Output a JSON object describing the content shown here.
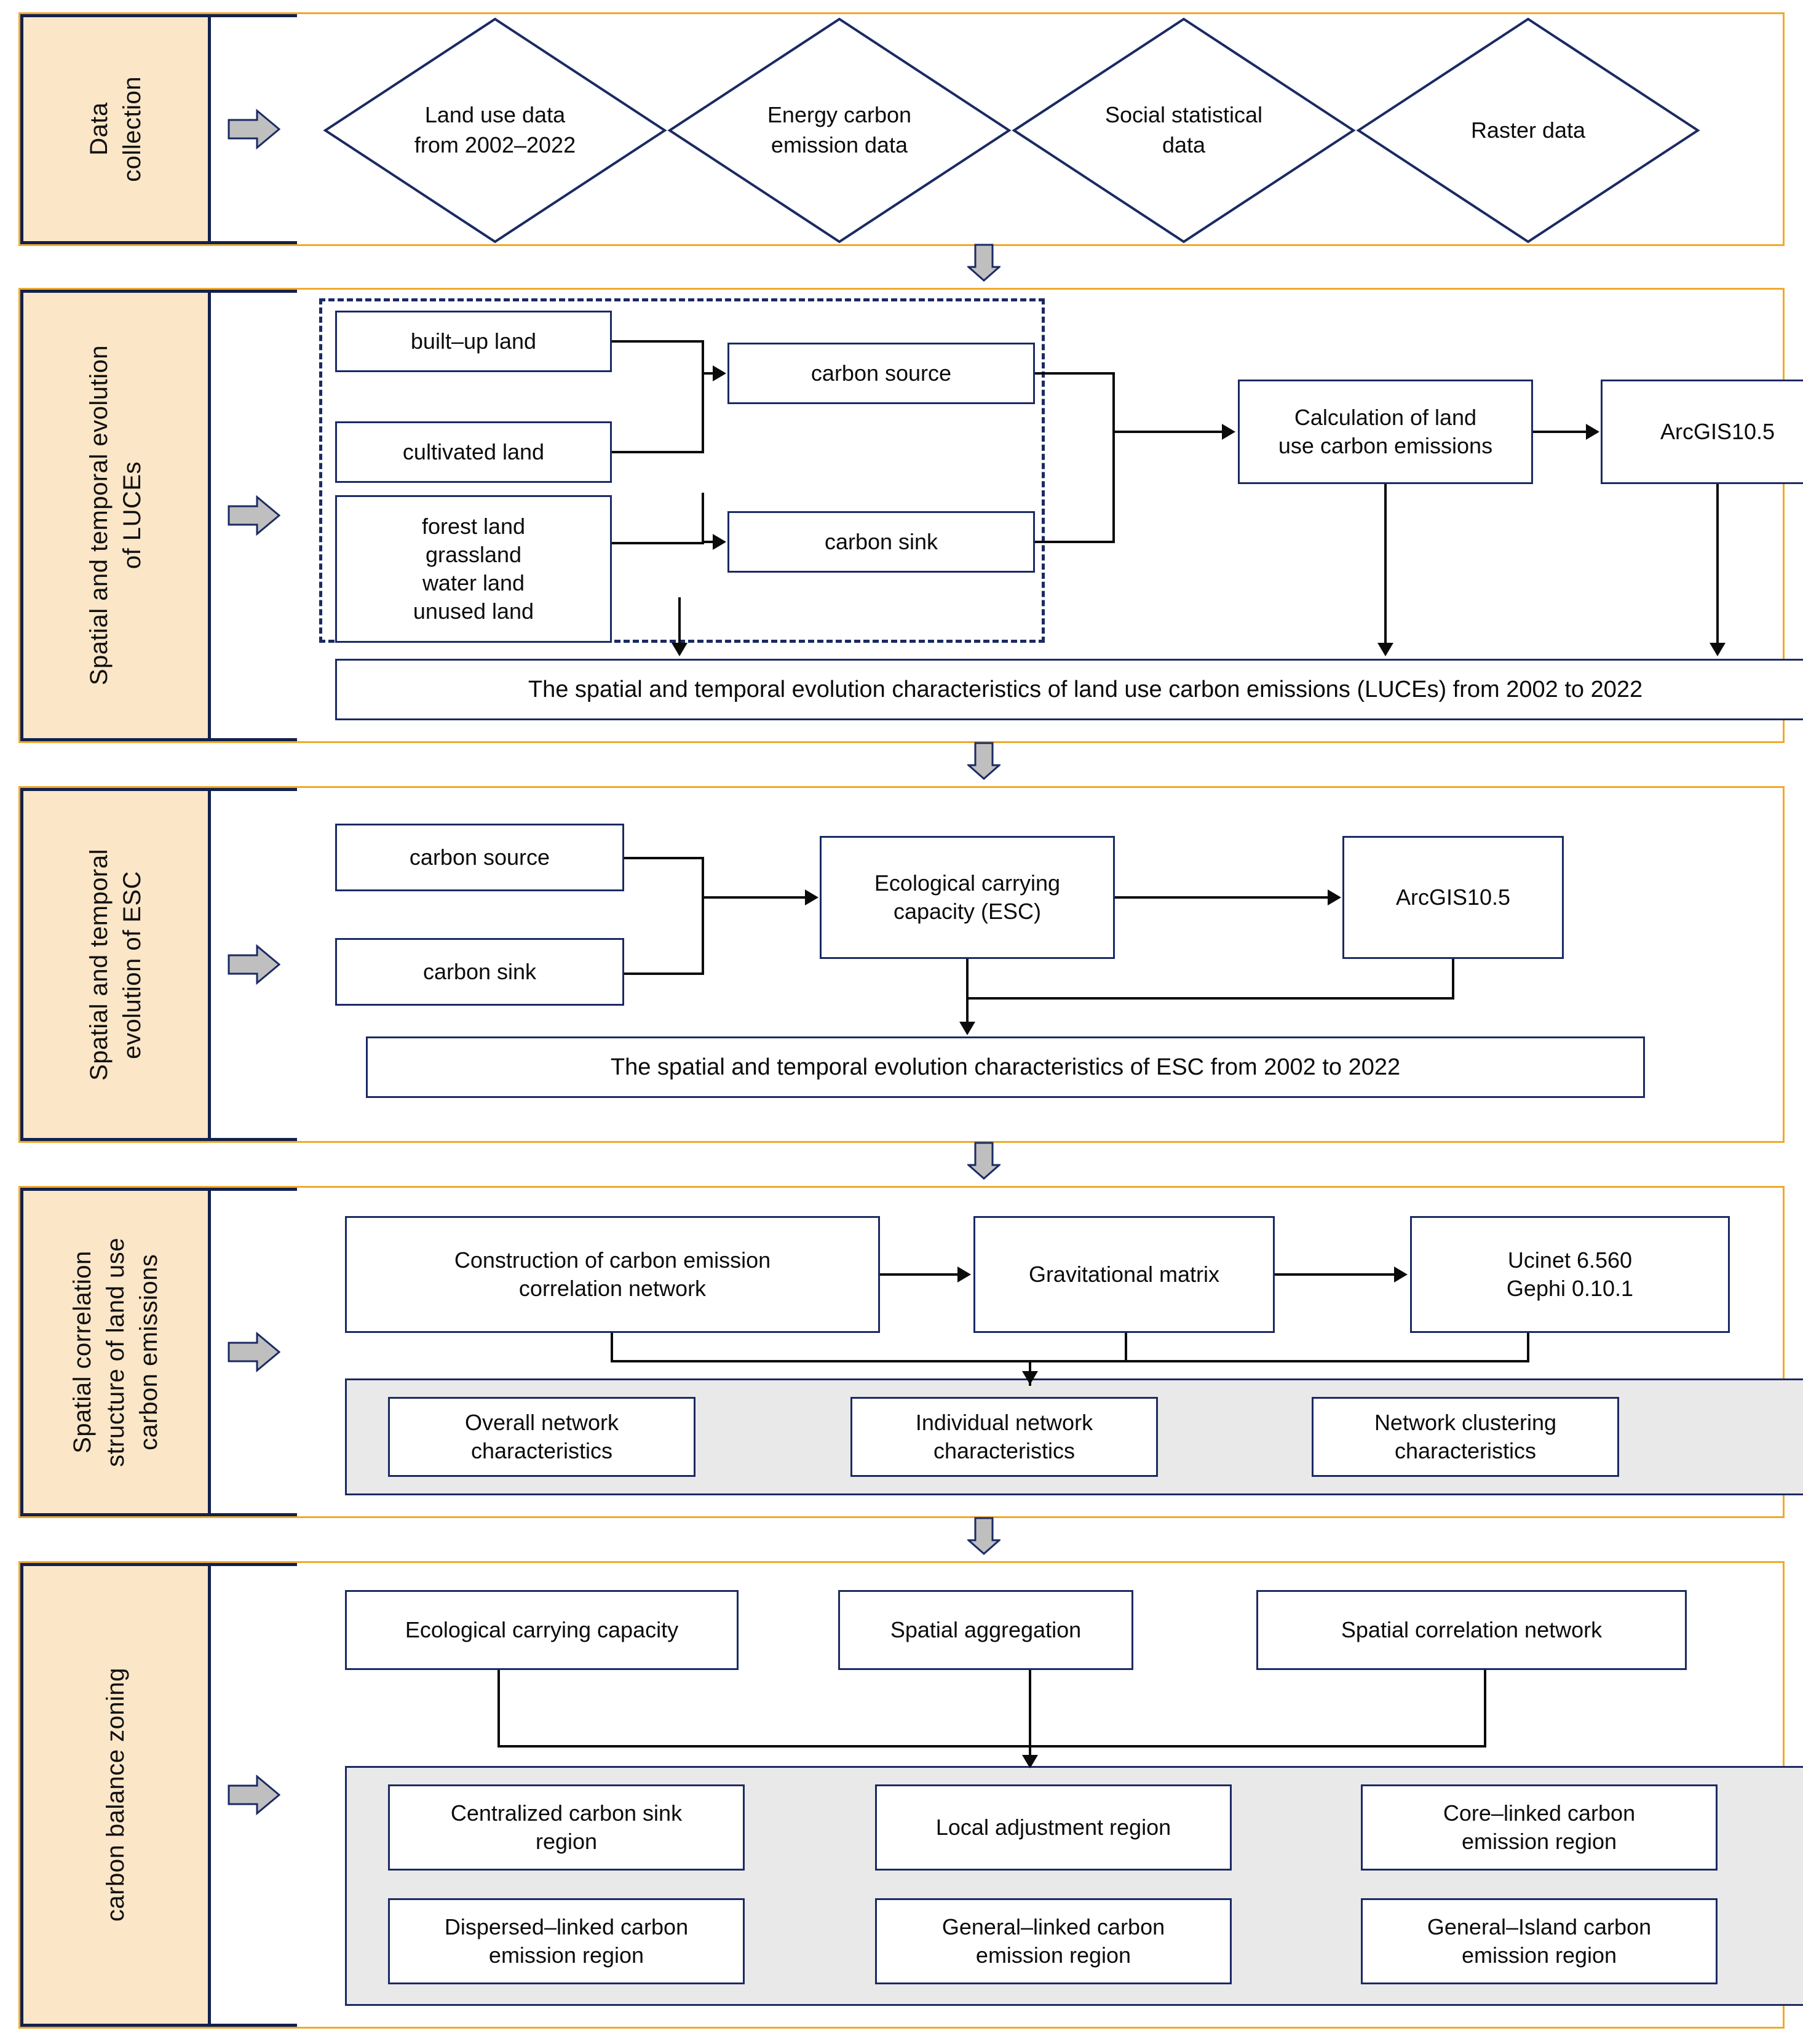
{
  "theme": {
    "accent_border": "#F0A92B",
    "node_border": "#1B2A63",
    "label_fill": "#FBE6C8",
    "panel_fill": "#E9E9E9",
    "arrow_fill": "#BFBFBF"
  },
  "sections": [
    {
      "id": "data-collection",
      "label": "Data\ncollection",
      "nodes": [
        {
          "id": "land-use-data",
          "text": "Land use data\nfrom 2002–2022"
        },
        {
          "id": "energy-carbon",
          "text": "Energy carbon\nemission data"
        },
        {
          "id": "social-stat",
          "text": "Social statistical\ndata"
        },
        {
          "id": "raster-data",
          "text": "Raster data"
        }
      ]
    },
    {
      "id": "luces",
      "label": "Spatial and temporal evolution\nof LUCEs",
      "nodes": [
        {
          "id": "built-up-land",
          "text": "built–up land"
        },
        {
          "id": "cultivated-land",
          "text": "cultivated land"
        },
        {
          "id": "natural-land",
          "text": "forest land\ngrassland\nwater land\nunused land"
        },
        {
          "id": "carbon-source",
          "text": "carbon source"
        },
        {
          "id": "carbon-sink",
          "text": "carbon sink"
        },
        {
          "id": "calc-luce",
          "text": "Calculation of land\nuse carbon emissions"
        },
        {
          "id": "arcgis",
          "text": "ArcGIS10.5"
        },
        {
          "id": "luce-result",
          "text": "The spatial and temporal evolution characteristics of land use carbon emissions (LUCEs) from 2002 to 2022"
        }
      ]
    },
    {
      "id": "esc",
      "label": "Spatial and temporal\nevolution of ESC",
      "nodes": [
        {
          "id": "carbon-source-2",
          "text": "carbon source"
        },
        {
          "id": "carbon-sink-2",
          "text": "carbon sink"
        },
        {
          "id": "esc",
          "text": "Ecological carrying\ncapacity (ESC)"
        },
        {
          "id": "arcgis-2",
          "text": "ArcGIS10.5"
        },
        {
          "id": "esc-result",
          "text": "The spatial and temporal evolution characteristics of ESC from 2002 to 2022"
        }
      ]
    },
    {
      "id": "correlation",
      "label": "Spatial correlation\nstructure of land use\ncarbon emissions",
      "nodes": [
        {
          "id": "construction-network",
          "text": "Construction of carbon emission\ncorrelation network"
        },
        {
          "id": "gravitational-matrix",
          "text": "Gravitational matrix"
        },
        {
          "id": "software-tools",
          "text": "Ucinet 6.560\nGephi 0.10.1"
        },
        {
          "id": "overall-network",
          "text": "Overall network\ncharacteristics"
        },
        {
          "id": "individual-network",
          "text": "Individual network\ncharacteristics"
        },
        {
          "id": "network-clustering",
          "text": "Network clustering\ncharacteristics"
        }
      ]
    },
    {
      "id": "zoning",
      "label": "carbon balance zoning",
      "nodes": [
        {
          "id": "eco-carrying-capacity",
          "text": "Ecological carrying capacity"
        },
        {
          "id": "spatial-aggregation",
          "text": "Spatial aggregation"
        },
        {
          "id": "spatial-corr-network",
          "text": "Spatial correlation network"
        },
        {
          "id": "centralized-sink",
          "text": "Centralized carbon sink\nregion"
        },
        {
          "id": "local-adjustment",
          "text": "Local adjustment region"
        },
        {
          "id": "core-linked",
          "text": "Core–linked carbon\nemission region"
        },
        {
          "id": "dispersed-linked",
          "text": "Dispersed–linked carbon\nemission region"
        },
        {
          "id": "general-linked",
          "text": "General–linked carbon\nemission region"
        },
        {
          "id": "general-island",
          "text": "General–Island carbon\nemission region"
        }
      ]
    }
  ]
}
